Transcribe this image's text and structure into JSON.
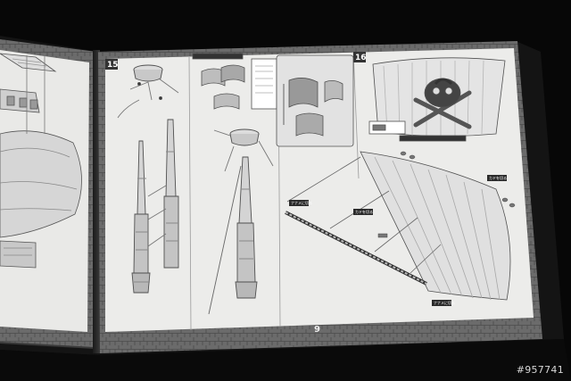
{
  "booklet": {
    "step_15": "15",
    "step_16": "16",
    "page_number": "9",
    "callout_labels": [
      "ナナメに切る",
      "カドを切る",
      "カドを切る",
      "ナナメに切る"
    ]
  },
  "watermark": "#957741",
  "colors": {
    "background": "#070707",
    "page_paper": "#ececea",
    "page_border": "#6f6f6f",
    "diagram_line": "#505050"
  }
}
